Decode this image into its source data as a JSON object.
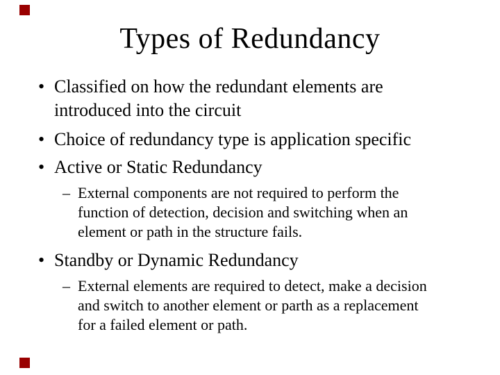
{
  "slide": {
    "title": "Types of Redundancy",
    "background_color": "#ffffff",
    "text_color": "#000000",
    "accent_color": "#990000",
    "bullet_glyph": "•",
    "sub_bullet_glyph": "–",
    "bullets": [
      {
        "level": 1,
        "lines": [
          "Classified on how the redundant elements are",
          "introduced into the circuit"
        ]
      },
      {
        "level": 1,
        "lines": [
          "Choice of redundancy type is application specific"
        ]
      },
      {
        "level": 1,
        "lines": [
          "Active or Static Redundancy"
        ]
      },
      {
        "level": 2,
        "lines": [
          "External components are not required to perform the",
          "function of detection, decision and switching when an",
          "element or path in the structure fails."
        ]
      },
      {
        "level": 1,
        "lines": [
          "Standby or Dynamic Redundancy"
        ]
      },
      {
        "level": 2,
        "lines": [
          "External elements are required to detect, make a decision",
          "and switch to another element or parth as a replacement",
          "for a failed element or path."
        ]
      }
    ]
  }
}
